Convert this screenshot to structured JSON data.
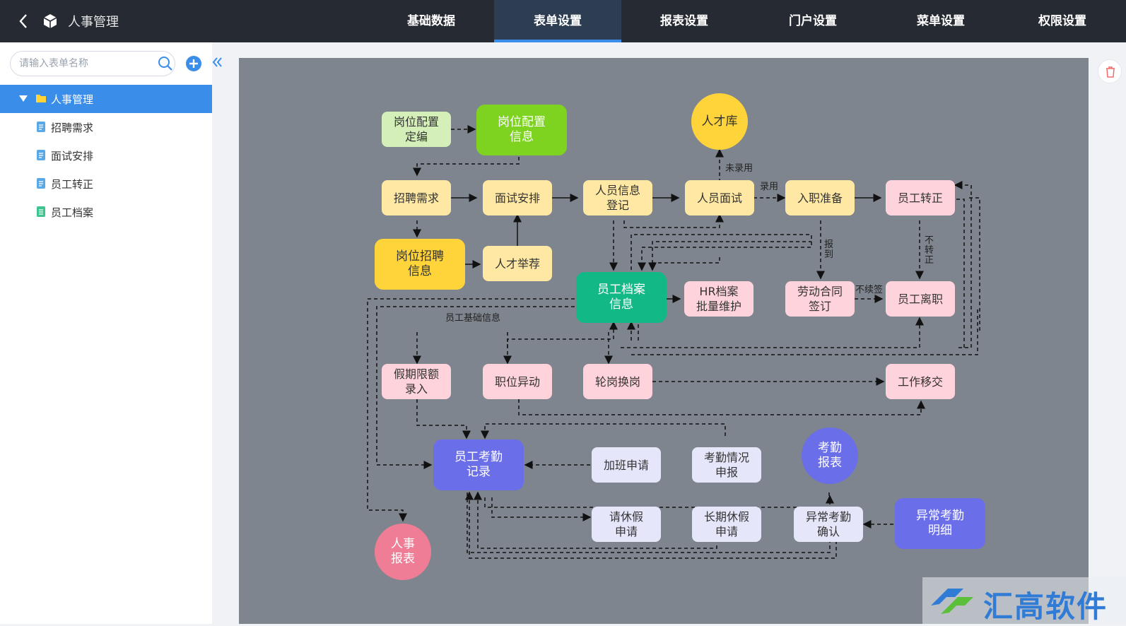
{
  "header": {
    "app_title": "人事管理",
    "tabs": [
      {
        "label": "基础数据"
      },
      {
        "label": "表单设置"
      },
      {
        "label": "报表设置"
      },
      {
        "label": "门户设置"
      },
      {
        "label": "菜单设置"
      },
      {
        "label": "权限设置"
      }
    ],
    "active_tab": "表单设置"
  },
  "sidebar": {
    "search_placeholder": "请输入表单名称",
    "root": "人事管理",
    "items": [
      {
        "label": "招聘需求"
      },
      {
        "label": "面试安排"
      },
      {
        "label": "员工转正"
      },
      {
        "label": "员工档案"
      }
    ]
  },
  "flow": {
    "nodes": {
      "pos_edit": "岗位配置\n定编",
      "pos_info": "岗位配置\n信息",
      "talent_pool": "人才库",
      "recruit_need": "招聘需求",
      "interview_plan": "面试安排",
      "person_register": "人员信息\n登记",
      "person_interview": "人员面试",
      "onboard_prep": "入职准备",
      "emp_regular": "员工转正",
      "pos_recruit": "岗位招聘\n信息",
      "talent_recommend": "人才举荐",
      "emp_archive": "员工档案\n信息",
      "hr_batch": "HR档案\n批量维护",
      "labor_contract": "劳动合同\n签订",
      "emp_leave": "员工离职",
      "leave_quota": "假期限额\n录入",
      "pos_change": "职位异动",
      "rotation": "轮岗换岗",
      "handover": "工作移交",
      "attendance_record": "员工考勤\n记录",
      "overtime": "加班申请",
      "attendance_report_form": "考勤情况\n申报",
      "attendance_stats": "考勤\n报表",
      "hr_report": "人事\n报表",
      "leave_apply": "请休假\n申请",
      "long_leave": "长期休假\n申请",
      "abnormal_confirm": "异常考勤\n确认",
      "abnormal_detail": "异常考勤\n明细"
    },
    "edge_labels": {
      "not_hired": "未录用",
      "hired": "录用",
      "report_in": "报\n到",
      "no_regular": "不\n转\n正",
      "no_renew": "不续签",
      "basic_info": "员工基础信息"
    }
  },
  "watermark": {
    "text": "汇高软件"
  },
  "colors": {
    "topbar": "#262b33",
    "accent": "#3b8dea",
    "canvas": "#7e858e",
    "node_lightgreen": "#d4f0b8",
    "node_green": "#7ed321",
    "node_yellow": "#ffd43b",
    "node_lightyellow": "#ffe8a3",
    "node_teal": "#12b886",
    "node_pink": "#ffd3dc",
    "node_lavender": "#e6e6fb",
    "node_purple": "#6a6ee8",
    "node_rose": "#f07d96"
  }
}
